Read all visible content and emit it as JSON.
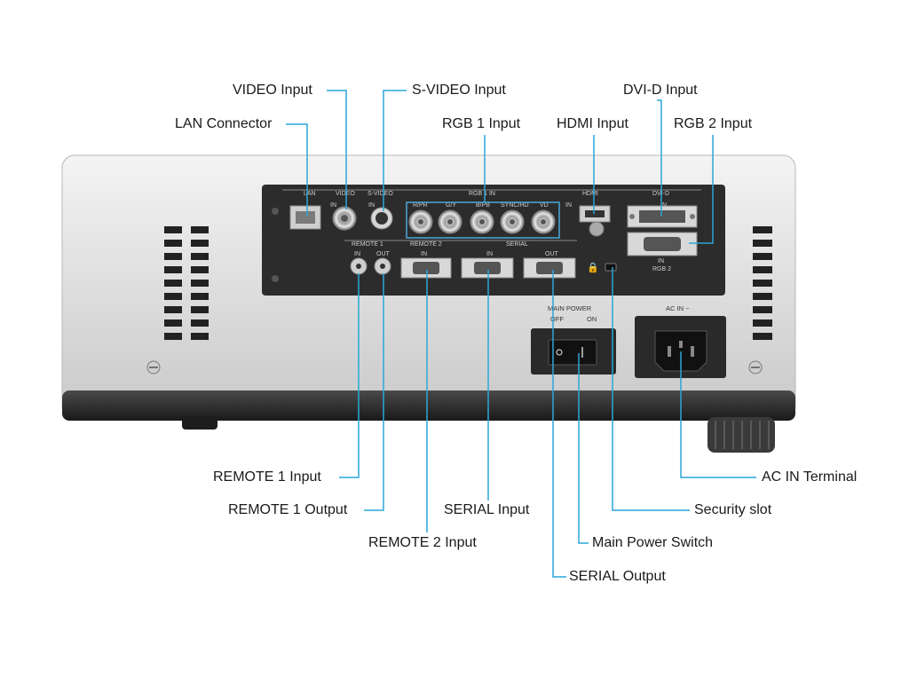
{
  "callouts": {
    "video_input": "VIDEO Input",
    "svideo_input": "S-VIDEO Input",
    "dvid_input": "DVI-D Input",
    "lan_connector": "LAN Connector",
    "rgb1_input": "RGB 1 Input",
    "hdmi_input": "HDMI Input",
    "rgb2_input": "RGB 2 Input",
    "remote1_input": "REMOTE 1 Input",
    "remote1_output": "REMOTE 1 Output",
    "serial_input": "SERIAL Input",
    "remote2_input": "REMOTE 2 Input",
    "serial_output": "SERIAL Output",
    "main_power_switch": "Main Power Switch",
    "security_slot": "Security slot",
    "ac_in_terminal": "AC IN Terminal"
  },
  "panel_labels": {
    "lan": "LAN",
    "video": "VIDEO",
    "svideo": "S-VIDEO",
    "rgb1_in": "RGB 1 IN",
    "hdmi": "HDMI",
    "dvid": "DVI-D",
    "in": "IN",
    "out": "OUT",
    "rp": "R/PR",
    "gy": "G/Y",
    "bp": "B/PB",
    "sync": "SYNC/HD",
    "vd": "VD",
    "remote1": "REMOTE 1",
    "remote2": "REMOTE 2",
    "serial": "SERIAL",
    "rgb2": "RGB 2",
    "main_power": "MAIN POWER",
    "off": "OFF",
    "on": "ON",
    "ac_in": "AC IN ~"
  },
  "colors": {
    "leader_line": "#2aa7d8",
    "body_light": "#e9e9e9",
    "body_dark": "#2b2b2b",
    "panel_dark": "#2c2c2c"
  }
}
